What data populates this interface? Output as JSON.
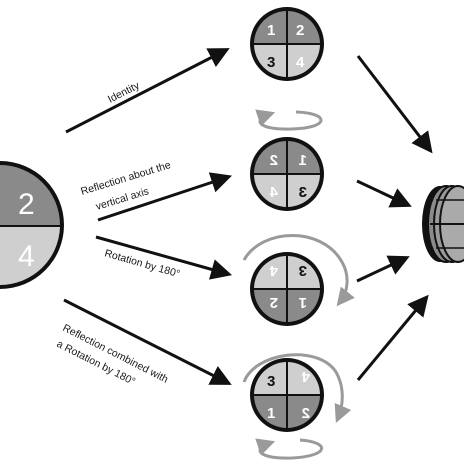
{
  "labels": {
    "identity": "Identity",
    "reflection_line1": "Reflection about the",
    "reflection_line2": "vertical axis",
    "rotation": "Rotation by 180°",
    "combined_line1": "Reflection combined with",
    "combined_line2": "a Rotation by 180°"
  },
  "source_disc": {
    "top": "2",
    "bottom": "4"
  },
  "discs": {
    "identity": {
      "tl": "1",
      "tr": "2",
      "bl": "3",
      "br": "4"
    },
    "reflection": {
      "tl": "2",
      "tr": "1",
      "bl": "4",
      "br": "3"
    },
    "rotation": {
      "tl": "4",
      "tr": "3",
      "bl": "2",
      "br": "1"
    },
    "combined": {
      "tl": "3",
      "tr": "4",
      "bl": "1",
      "br": "2"
    }
  },
  "colors": {
    "dark_quadrant": "#8a8a8a",
    "light_quadrant": "#cfcfcf",
    "outline": "#111111",
    "arrow": "#111111",
    "rotation_arrow": "#9a9a9a"
  }
}
